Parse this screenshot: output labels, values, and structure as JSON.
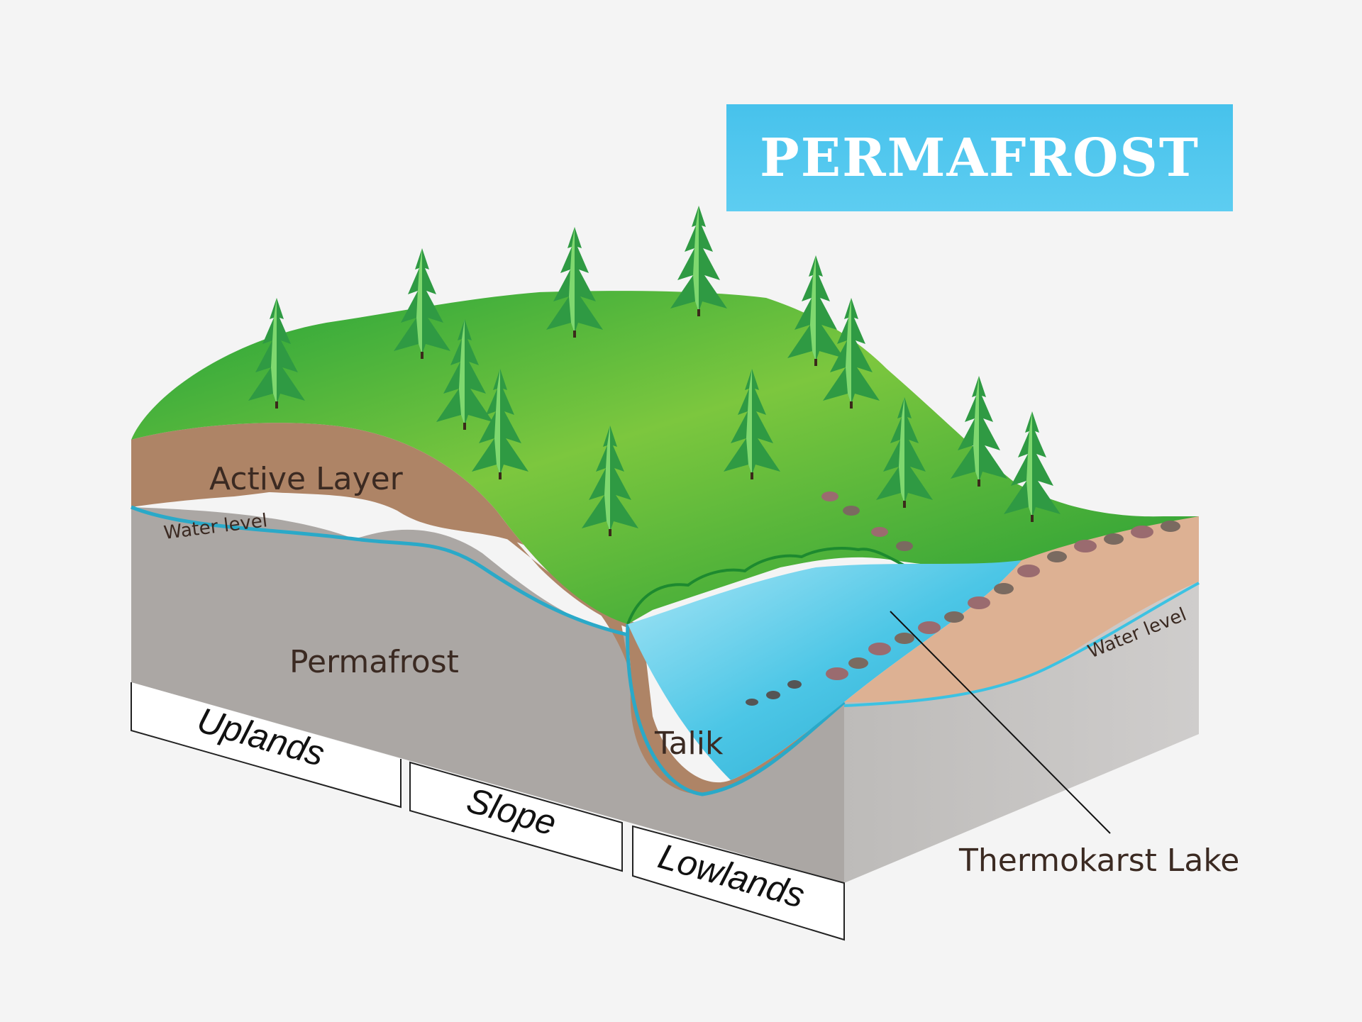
{
  "title": "PERMAFROST",
  "labels": {
    "active_layer": "Active Layer",
    "water_level_left": "Water level",
    "water_level_right": "Water level",
    "permafrost": "Permafrost",
    "talik": "Talik",
    "thermokarst_lake": "Thermokarst Lake"
  },
  "zones": {
    "uplands": "Uplands",
    "slope": "Slope",
    "lowlands": "Lowlands"
  },
  "colors": {
    "grass": "#3fae3a",
    "soil": "#ae8466",
    "permafrost": "#aaa6a3",
    "water": "#3cc2e2",
    "water_line": "#2aa9c8",
    "sand": "#ddb193",
    "banner": "#4ac4ed"
  }
}
